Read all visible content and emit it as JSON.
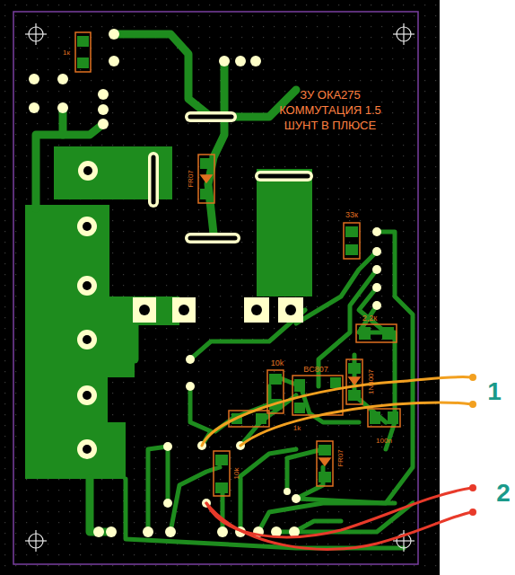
{
  "diagram": {
    "labels": [
      "1к",
      "ЗУ ОКА275",
      "КОММУТАЦИЯ 1.5",
      "ШУНТ В ПЛЮСЕ",
      "FR07",
      "33к",
      "2,2к",
      "1N4007",
      "10k",
      "BC807",
      "1k",
      "FR07",
      "100n",
      "10k",
      "1",
      "2"
    ]
  }
}
